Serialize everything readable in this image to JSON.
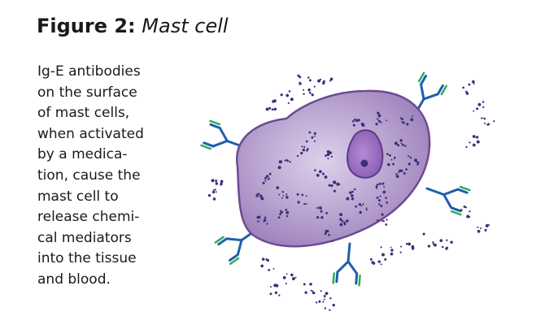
{
  "figure": {
    "number": "Figure 2:",
    "name": "Mast cell"
  },
  "caption_lines": [
    "Ig-E antibodies",
    "on the surface",
    "of mast cells,",
    "when activated",
    "by a medica-",
    "tion, cause the",
    "mast cell to",
    "release chemi-",
    "cal mediators",
    "into the tissue",
    "and blood."
  ],
  "colors": {
    "cell_fill": "#b39ccb",
    "cell_fill_light": "#d3c4e2",
    "cell_outline": "#6b4a93",
    "nucleus_fill": "#9c6fc0",
    "granule": "#3b2f7a",
    "antibody_blue": "#1f5fa8",
    "antibody_green": "#2faa5e"
  }
}
